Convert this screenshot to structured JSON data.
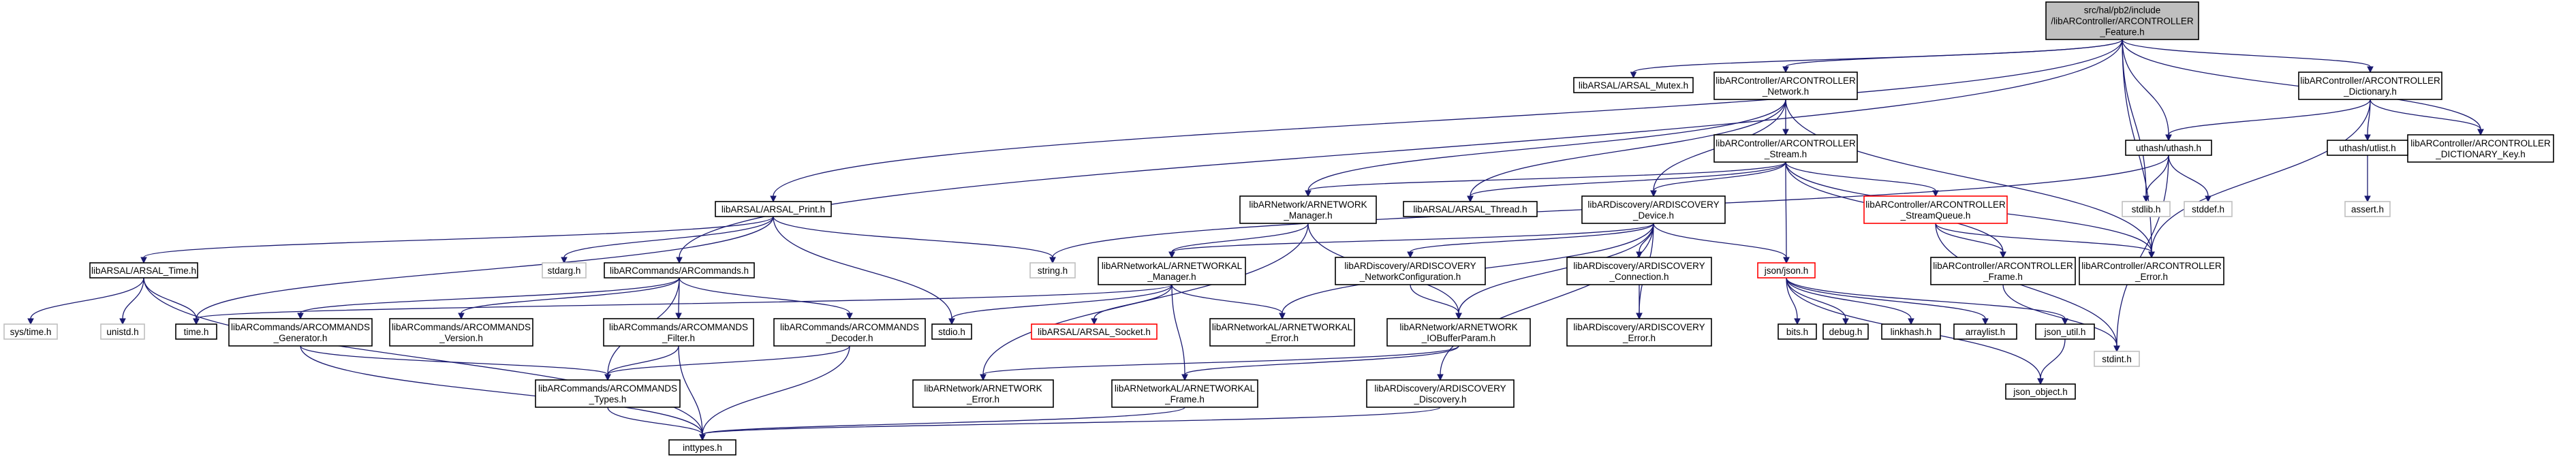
{
  "nodes": {
    "root": [
      "src/hal/pb2/include",
      "/libARController/ARCONTROLLER",
      "_Feature.h"
    ],
    "arsal_mutex": [
      "libARSAL/ARSAL_Mutex.h"
    ],
    "ctrl_network": [
      "libARController/ARCONTROLLER",
      "_Network.h"
    ],
    "ctrl_dictionary": [
      "libARController/ARCONTROLLER",
      "_Dictionary.h"
    ],
    "ctrl_dict_key": [
      "libARController/ARCONTROLLER",
      "_DICTIONARY_Key.h"
    ],
    "ctrl_stream": [
      "libARController/ARCONTROLLER",
      "_Stream.h"
    ],
    "uthash": [
      "uthash/uthash.h"
    ],
    "utlist": [
      "uthash/utlist.h"
    ],
    "assert": [
      "assert.h"
    ],
    "stdlib": [
      "stdlib.h"
    ],
    "stddef": [
      "stddef.h"
    ],
    "arsal_print": [
      "libARSAL/ARSAL_Print.h"
    ],
    "arnet_manager": [
      "libARNetwork/ARNETWORK",
      "_Manager.h"
    ],
    "arsal_thread": [
      "libARSAL/ARSAL_Thread.h"
    ],
    "ardisc_device": [
      "libARDiscovery/ARDISCOVERY",
      "_Device.h"
    ],
    "ctrl_streamqueue": [
      "libARController/ARCONTROLLER",
      "_StreamQueue.h"
    ],
    "ctrl_error": [
      "libARController/ARCONTROLLER",
      "_Error.h"
    ],
    "arsal_time": [
      "libARSAL/ARSAL_Time.h"
    ],
    "stdarg": [
      "stdarg.h"
    ],
    "arcommands": [
      "libARCommands/ARCommands.h"
    ],
    "string": [
      "string.h"
    ],
    "arnetal_manager": [
      "libARNetworkAL/ARNETWORKAL",
      "_Manager.h"
    ],
    "ardisc_netconf": [
      "libARDiscovery/ARDISCOVERY",
      "_NetworkConfiguration.h"
    ],
    "ardisc_connection": [
      "libARDiscovery/ARDISCOVERY",
      "_Connection.h"
    ],
    "json": [
      "json/json.h"
    ],
    "ctrl_frame": [
      "libARController/ARCONTROLLER",
      "_Frame.h"
    ],
    "systime": [
      "sys/time.h"
    ],
    "unistd": [
      "unistd.h"
    ],
    "time": [
      "time.h"
    ],
    "arcmd_generator": [
      "libARCommands/ARCOMMANDS",
      "_Generator.h"
    ],
    "arcmd_version": [
      "libARCommands/ARCOMMANDS",
      "_Version.h"
    ],
    "arcmd_filter": [
      "libARCommands/ARCOMMANDS",
      "_Filter.h"
    ],
    "arcmd_decoder": [
      "libARCommands/ARCOMMANDS",
      "_Decoder.h"
    ],
    "stdio": [
      "stdio.h"
    ],
    "arsal_socket": [
      "libARSAL/ARSAL_Socket.h"
    ],
    "arnetal_error": [
      "libARNetworkAL/ARNETWORKAL",
      "_Error.h"
    ],
    "arnet_iobuffer": [
      "libARNetwork/ARNETWORK",
      "_IOBufferParam.h"
    ],
    "ardisc_error": [
      "libARDiscovery/ARDISCOVERY",
      "_Error.h"
    ],
    "bits": [
      "bits.h"
    ],
    "debug": [
      "debug.h"
    ],
    "linkhash": [
      "linkhash.h"
    ],
    "arraylist": [
      "arraylist.h"
    ],
    "json_util": [
      "json_util.h"
    ],
    "json_object": [
      "json_object.h"
    ],
    "stdint": [
      "stdint.h"
    ],
    "arcmd_types": [
      "libARCommands/ARCOMMANDS",
      "_Types.h"
    ],
    "arnet_error": [
      "libARNetwork/ARNETWORK",
      "_Error.h"
    ],
    "arnetal_frame": [
      "libARNetworkAL/ARNETWORKAL",
      "_Frame.h"
    ],
    "ardisc_discovery": [
      "libARDiscovery/ARDISCOVERY",
      "_Discovery.h"
    ],
    "inttypes": [
      "inttypes.h"
    ]
  }
}
